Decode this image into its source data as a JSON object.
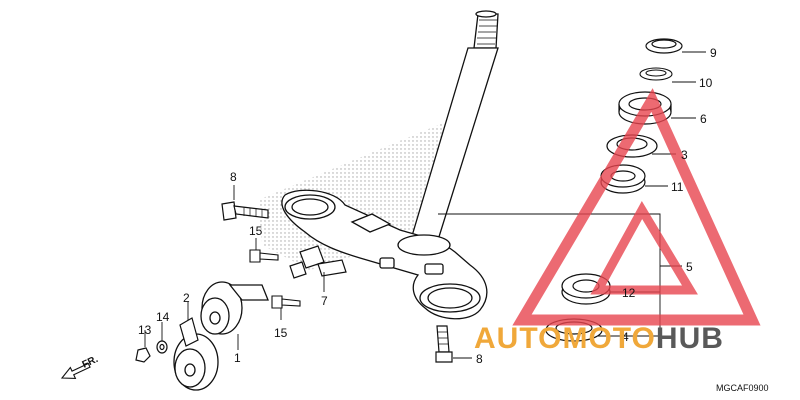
{
  "diagram_code": "MGCAF0900",
  "front_label": "FR.",
  "watermark": {
    "auto": "AUTO",
    "moto": "MOTO",
    "hub": "HUB",
    "color_red": "#e8454f",
    "color_orange": "#f0a83a",
    "color_gray": "#595959"
  },
  "callouts": {
    "c1": "1",
    "c2": "2",
    "c3": "3",
    "c4": "4",
    "c5": "5",
    "c6": "6",
    "c7": "7",
    "c8a": "8",
    "c8b": "8",
    "c9": "9",
    "c10": "10",
    "c11": "11",
    "c12": "12",
    "c13": "13",
    "c14": "14",
    "c15a": "15",
    "c15b": "15"
  }
}
